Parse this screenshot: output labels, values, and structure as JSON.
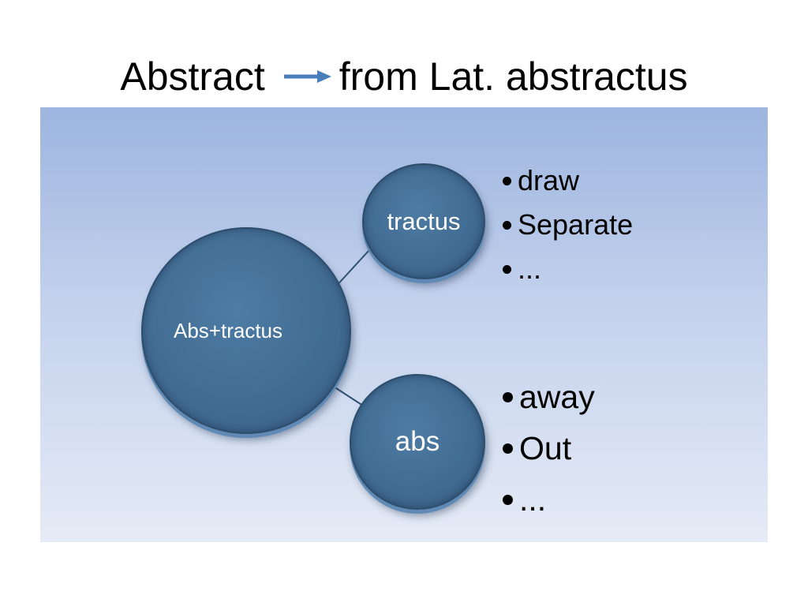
{
  "title": {
    "left": "Abstract",
    "right": "from Lat. abstractus",
    "arrow_icon": "right-arrow-icon",
    "arrow_color": "#4a7ebb"
  },
  "diagram": {
    "background_top": "#9db5e0",
    "background_bottom": "#e5ebf6",
    "node_color": "#416b92",
    "center_node": "Abs+tractus",
    "upper_node": "tractus",
    "lower_node": "abs",
    "upper_bullets": [
      "draw",
      "Separate",
      "..."
    ],
    "lower_bullets": [
      "away",
      "Out",
      "..."
    ]
  }
}
